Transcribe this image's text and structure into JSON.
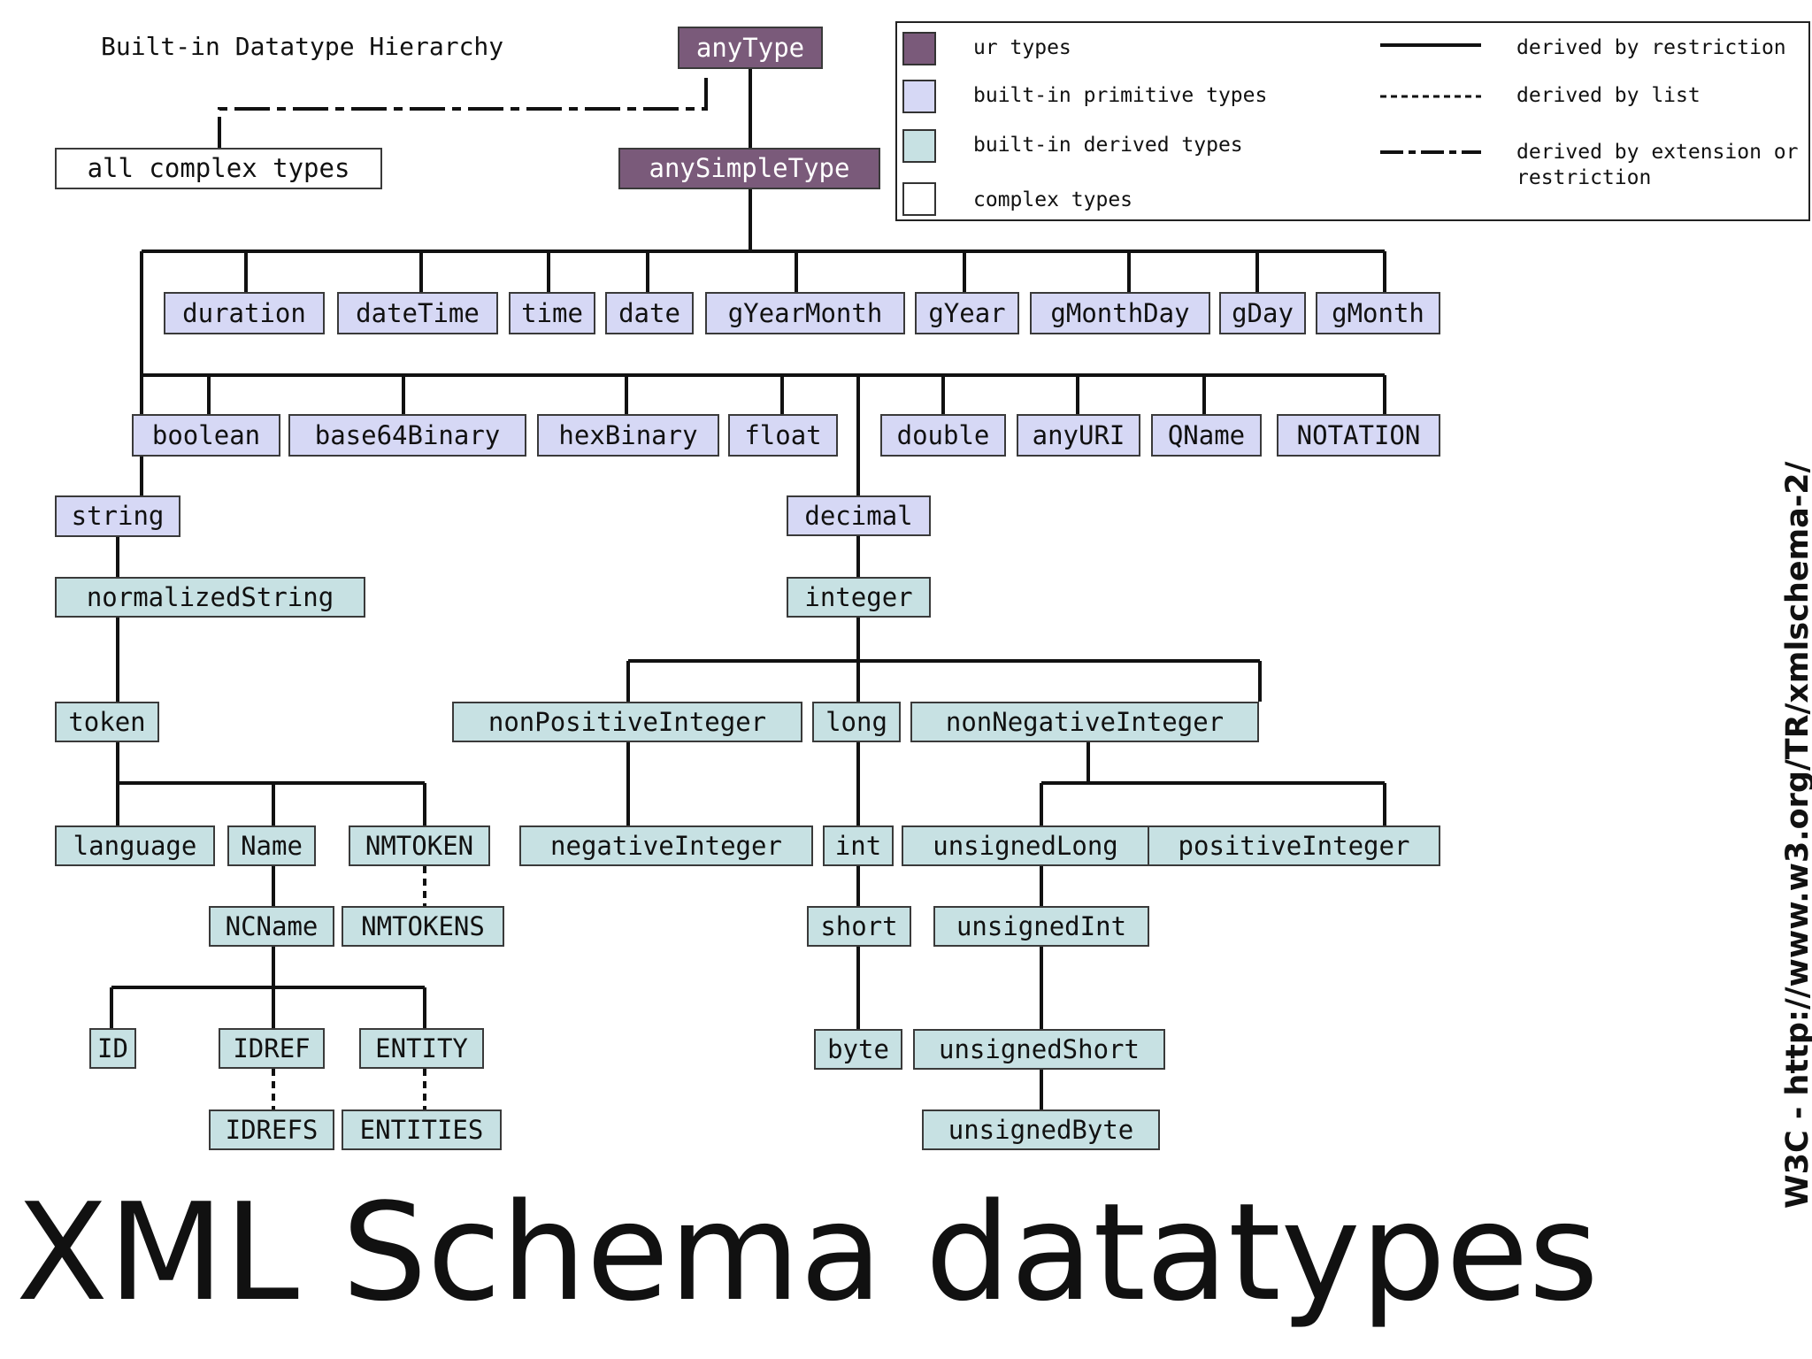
{
  "diagram_title": "Built-in Datatype Hierarchy",
  "legend": {
    "type_ur": "ur types",
    "type_primitive": "built-in primitive types",
    "type_derived": "built-in derived types",
    "type_complex": "complex types",
    "line_restriction": "derived by restriction",
    "line_list": "derived by list",
    "line_extension_1": "derived by extension or",
    "line_extension_2": "restriction"
  },
  "colors": {
    "ur": "#7a5a7a",
    "primitive": "#d6d8f5",
    "derived": "#c7e1e3",
    "complex": "#ffffff"
  },
  "nodes": {
    "any_type": "anyType",
    "all_complex_types": "all complex types",
    "any_simple_type": "anySimpleType",
    "duration": "duration",
    "date_time": "dateTime",
    "time": "time",
    "date": "date",
    "g_year_month": "gYearMonth",
    "g_year": "gYear",
    "g_month_day": "gMonthDay",
    "g_day": "gDay",
    "g_month": "gMonth",
    "boolean": "boolean",
    "base64_binary": "base64Binary",
    "hex_binary": "hexBinary",
    "float": "float",
    "double": "double",
    "any_uri": "anyURI",
    "qname": "QName",
    "notation": "NOTATION",
    "string": "string",
    "normalized_string": "normalizedString",
    "token": "token",
    "language": "language",
    "name": "Name",
    "nmtoken": "NMTOKEN",
    "ncname": "NCName",
    "nmtokens": "NMTOKENS",
    "id": "ID",
    "idref": "IDREF",
    "entity": "ENTITY",
    "idrefs": "IDREFS",
    "entities": "ENTITIES",
    "decimal": "decimal",
    "integer": "integer",
    "non_positive_integer": "nonPositiveInteger",
    "long": "long",
    "non_negative_integer": "nonNegativeInteger",
    "negative_integer": "negativeInteger",
    "int": "int",
    "short": "short",
    "byte": "byte",
    "unsigned_long": "unsignedLong",
    "positive_integer": "positiveInteger",
    "unsigned_int": "unsignedInt",
    "unsigned_short": "unsignedShort",
    "unsigned_byte": "unsignedByte"
  },
  "slide_title": "XML Schema datatypes",
  "source_credit": "W3C - http://www.w3.org/TR/xmlschema-2/"
}
